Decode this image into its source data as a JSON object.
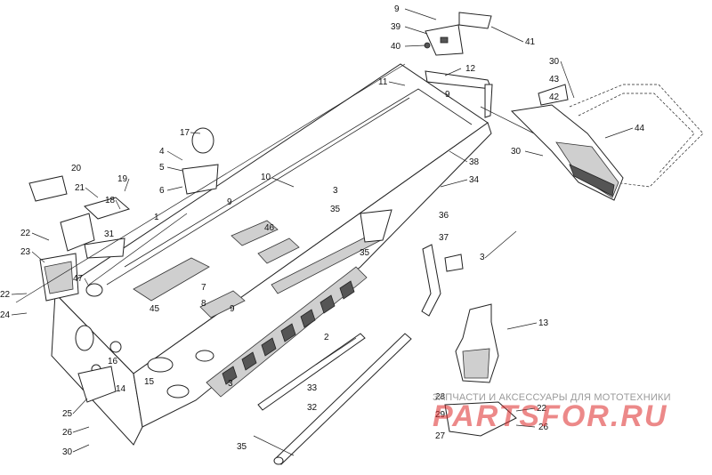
{
  "diagram": {
    "labels": [
      {
        "id": "l9a",
        "text": "9"
      },
      {
        "id": "l39",
        "text": "39"
      },
      {
        "id": "l40",
        "text": "40"
      },
      {
        "id": "l41",
        "text": "41"
      },
      {
        "id": "l12",
        "text": "12"
      },
      {
        "id": "l11",
        "text": "11"
      },
      {
        "id": "l9b",
        "text": "9"
      },
      {
        "id": "l30a",
        "text": "30"
      },
      {
        "id": "l43",
        "text": "43"
      },
      {
        "id": "l42",
        "text": "42"
      },
      {
        "id": "l44",
        "text": "44"
      },
      {
        "id": "l30b",
        "text": "30"
      },
      {
        "id": "l17",
        "text": "17"
      },
      {
        "id": "l4",
        "text": "4"
      },
      {
        "id": "l5",
        "text": "5"
      },
      {
        "id": "l6",
        "text": "6"
      },
      {
        "id": "l38",
        "text": "38"
      },
      {
        "id": "l34",
        "text": "34"
      },
      {
        "id": "l10",
        "text": "10"
      },
      {
        "id": "l3a",
        "text": "3"
      },
      {
        "id": "l20",
        "text": "20"
      },
      {
        "id": "l19",
        "text": "19"
      },
      {
        "id": "l21",
        "text": "21"
      },
      {
        "id": "l18",
        "text": "18"
      },
      {
        "id": "l1",
        "text": "1"
      },
      {
        "id": "l9c",
        "text": "9"
      },
      {
        "id": "l35a",
        "text": "35"
      },
      {
        "id": "l36",
        "text": "36"
      },
      {
        "id": "l22a",
        "text": "22"
      },
      {
        "id": "l31",
        "text": "31"
      },
      {
        "id": "l46",
        "text": "46"
      },
      {
        "id": "l37",
        "text": "37"
      },
      {
        "id": "l23",
        "text": "23"
      },
      {
        "id": "l35b",
        "text": "35"
      },
      {
        "id": "l3b",
        "text": "3"
      },
      {
        "id": "l47",
        "text": "47"
      },
      {
        "id": "l7",
        "text": "7"
      },
      {
        "id": "l22b",
        "text": "22"
      },
      {
        "id": "l8",
        "text": "8"
      },
      {
        "id": "l45",
        "text": "45"
      },
      {
        "id": "l9d",
        "text": "9"
      },
      {
        "id": "l24",
        "text": "24"
      },
      {
        "id": "l13",
        "text": "13"
      },
      {
        "id": "l2",
        "text": "2"
      },
      {
        "id": "l16",
        "text": "16"
      },
      {
        "id": "l14",
        "text": "14"
      },
      {
        "id": "l15",
        "text": "15"
      },
      {
        "id": "l3c",
        "text": "3"
      },
      {
        "id": "l33",
        "text": "33"
      },
      {
        "id": "l28",
        "text": "28"
      },
      {
        "id": "l22c",
        "text": "22"
      },
      {
        "id": "l25",
        "text": "25"
      },
      {
        "id": "l32",
        "text": "32"
      },
      {
        "id": "l29",
        "text": "29"
      },
      {
        "id": "l26a",
        "text": "26"
      },
      {
        "id": "l26b",
        "text": "26"
      },
      {
        "id": "l27",
        "text": "27"
      },
      {
        "id": "l30c",
        "text": "30"
      },
      {
        "id": "l35c",
        "text": "35"
      }
    ]
  },
  "watermark": {
    "tagline": "ЗАПЧАСТИ И АКСЕССУАРЫ ДЛЯ МОТОТЕХНИКИ",
    "brand": "PARTSFOR.RU",
    "color": "#dc2828"
  }
}
